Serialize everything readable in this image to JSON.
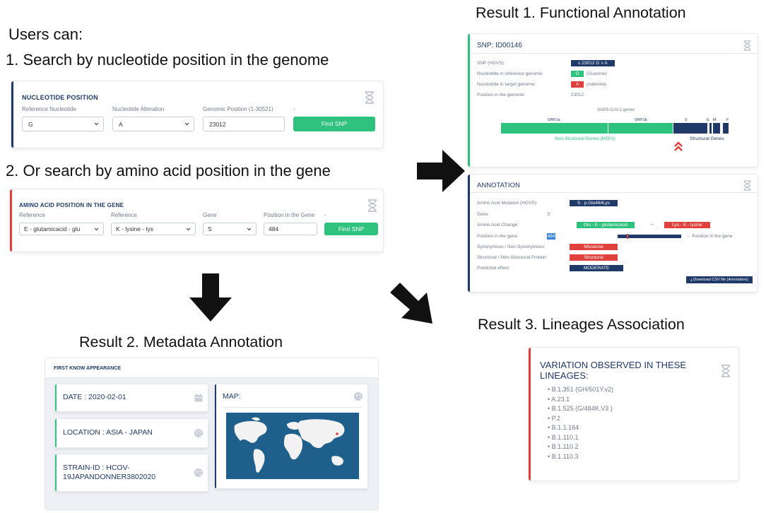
{
  "headings": {
    "users_can": "Users can:",
    "step1": "1. Search by nucleotide position in the genome",
    "step2": "2. Or search by amino acid position in the gene",
    "result1": "Result 1. Functional Annotation",
    "result2": "Result 2. Metadata Annotation",
    "result3": "Result 3. Lineages Association"
  },
  "nucleotide_form": {
    "title": "NUCLEOTIDE POSITION",
    "label_ref": "Reference Nucleotide",
    "label_alt": "Nucleotide Alteration",
    "label_pos": "Genomic Position (1-30521)",
    "label_dash": "-",
    "ref_value": "G",
    "alt_value": "A",
    "pos_value": "23012",
    "button": "Find SNP"
  },
  "aa_form": {
    "title": "AMINO ACID POSITION IN THE GENE",
    "label_ref": "Reference",
    "label_ref2": "Reference",
    "label_gene": "Gene",
    "label_pos": "Position in the Gene",
    "label_dash": "-",
    "ref_value": "E - glutamicacid - glu",
    "ref2_value": "K - lysine - lys",
    "gene_value": "S",
    "pos_value": "484",
    "button": "Find SNP"
  },
  "snp_card": {
    "title": "SNP: ID00146",
    "rows": [
      {
        "label": "SNP (HGVS):",
        "value": "c.23012 G > A"
      },
      {
        "label": "Nucleotide in reference genome:",
        "chip": "G",
        "note": "(Guanine)"
      },
      {
        "label": "Nucleotide in target genome:",
        "chip": "A",
        "note": "(Adenine)"
      },
      {
        "label": "Position in the genome:",
        "value": "23012"
      }
    ],
    "genome_title": "SARS-CoV-2 genes",
    "genes": {
      "orf1a": "ORF1a",
      "orf1b": "ORF1b",
      "s": "S",
      "e": "E",
      "m": "M",
      "f": "F"
    },
    "nsp_label": "Non-Structural Genes (NSPs)",
    "structural_label": "Structural Genes"
  },
  "annotation_card": {
    "title": "ANNOTATION",
    "aa_mutation_label": "Amino Acid Mutation (HGVS):",
    "aa_mutation_value": "S : p.Glu484Lys",
    "gene_label": "Gene",
    "gene_value": "S",
    "change_label": "Amino Acid Change:",
    "change_from": "Glu - E - glutamicacid",
    "change_arrow": "→",
    "change_to": "Lys - K - lysine",
    "position_label": "Position in the gene",
    "position_value": "484",
    "position_note": "← Position in the gene",
    "syn_label": "Synonymous / Non-Synonymous:",
    "syn_value": "Missense",
    "struct_label": "Structural / Non-Structural Protein:",
    "struct_value": "Structural",
    "effect_label": "Predicted effect:",
    "effect_value": "MODERATE",
    "download": "⤓ Download CSV file (Annotation)"
  },
  "metadata_card": {
    "title": "FIRST KNOW APPEARANCE",
    "date": "DATE : 2020-02-01",
    "location": "LOCATION : ASIA - JAPAN",
    "strain_line1": "STRAIN-ID : HCOV-",
    "strain_line2": "19JAPANDONNER3802020",
    "map_label": "MAP:"
  },
  "lineages_card": {
    "title_line1": "VARIATION OBSERVED IN THESE",
    "title_line2": "LINEAGES:",
    "items": [
      "B.1.351 (GH/501Y.v2)",
      "A.23.1",
      "B.1.525 (G/484K.V3 )",
      "P.2",
      "B.1.1.164",
      "B.1.110.1",
      "B.1.110.2",
      "B.1.110.3"
    ]
  },
  "colors": {
    "navy": "#1f3a68",
    "green": "#2ec27e",
    "red": "#e0413c"
  },
  "icons": [
    "hourglass-icon",
    "chevron-down-icon",
    "calendar-icon",
    "globe-icon",
    "arrow-right-icon",
    "arrow-down-icon",
    "arrow-down-right-icon",
    "double-chevron-up-icon"
  ]
}
